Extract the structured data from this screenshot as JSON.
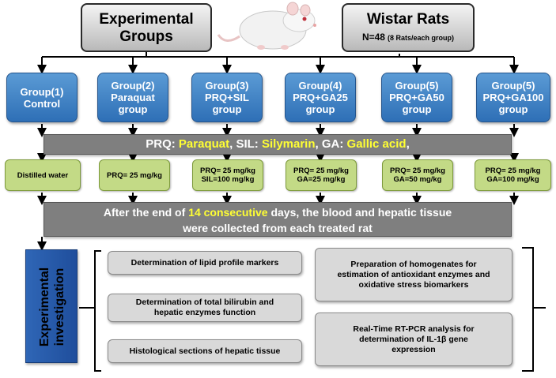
{
  "header": {
    "experimental_groups": [
      "Experimental",
      "Groups"
    ],
    "wistar_title": "Wistar Rats",
    "wistar_n": "N=48",
    "wistar_note": "(8 Rats/each group)"
  },
  "groups": [
    {
      "line1": "Group(1)",
      "line2": "Control"
    },
    {
      "line1": "Group(2)",
      "line2": "Paraquat",
      "line3": "group"
    },
    {
      "line1": "Group(3)",
      "line2": "PRQ+SIL",
      "line3": "group"
    },
    {
      "line1": "Group(4)",
      "line2": "PRQ+GA25",
      "line3": "group"
    },
    {
      "line1": "Group(5)",
      "line2": "PRQ+GA50",
      "line3": "group"
    },
    {
      "line1": "Group(5)",
      "line2": "PRQ+GA100",
      "line3": "group"
    }
  ],
  "abbrev_banner": {
    "prq_key": "PRQ:",
    "prq_val": "Paraquat",
    "sep1": ", ",
    "sil_key": "SIL:",
    "sil_val": "Silymarin",
    "sep2": ", ",
    "ga_key": "GA:",
    "ga_val": "Gallic acid",
    "trail": ","
  },
  "doses": [
    {
      "line1": "Distilled water"
    },
    {
      "line1": "PRQ= 25 mg/kg"
    },
    {
      "line1": "PRQ= 25 mg/kg",
      "line2": "SIL=100 mg/kg"
    },
    {
      "line1": "PRQ= 25 mg/kg",
      "line2": "GA=25 mg/kg"
    },
    {
      "line1": "PRQ= 25 mg/kg",
      "line2": "GA=50 mg/kg"
    },
    {
      "line1": "PRQ= 25 mg/kg",
      "line2": "GA=100 mg/kg"
    }
  ],
  "collection_banner": {
    "part1": "After the end of ",
    "highlight": "14 consecutive",
    "part2": " days, the blood and hepatic tissue",
    "line2": "were collected from each treated rat"
  },
  "investigation_label": [
    "Experimental",
    "investigation"
  ],
  "assays": {
    "lipid": "Determination of lipid profile markers",
    "bilirubin_1": "Determination of total bilirubin and",
    "bilirubin_2": "hepatic enzymes function",
    "histology": "Histological sections of hepatic tissue",
    "homogenate_1": "Preparation  of homogenates for",
    "homogenate_2": "estimation of antioxidant enzymes and",
    "homogenate_3": "oxidative stress biomarkers",
    "pcr_1": "Real-Time RT-PCR analysis for",
    "pcr_2": "determination of  IL-1β  gene",
    "pcr_3": "expression"
  },
  "colors": {
    "group_blue": "#2e6fb6",
    "dose_green": "#c3da86",
    "banner_gray": "#7f7f7f",
    "highlight_yellow": "#ffff33",
    "investigation_blue": "#1f4e9c"
  }
}
